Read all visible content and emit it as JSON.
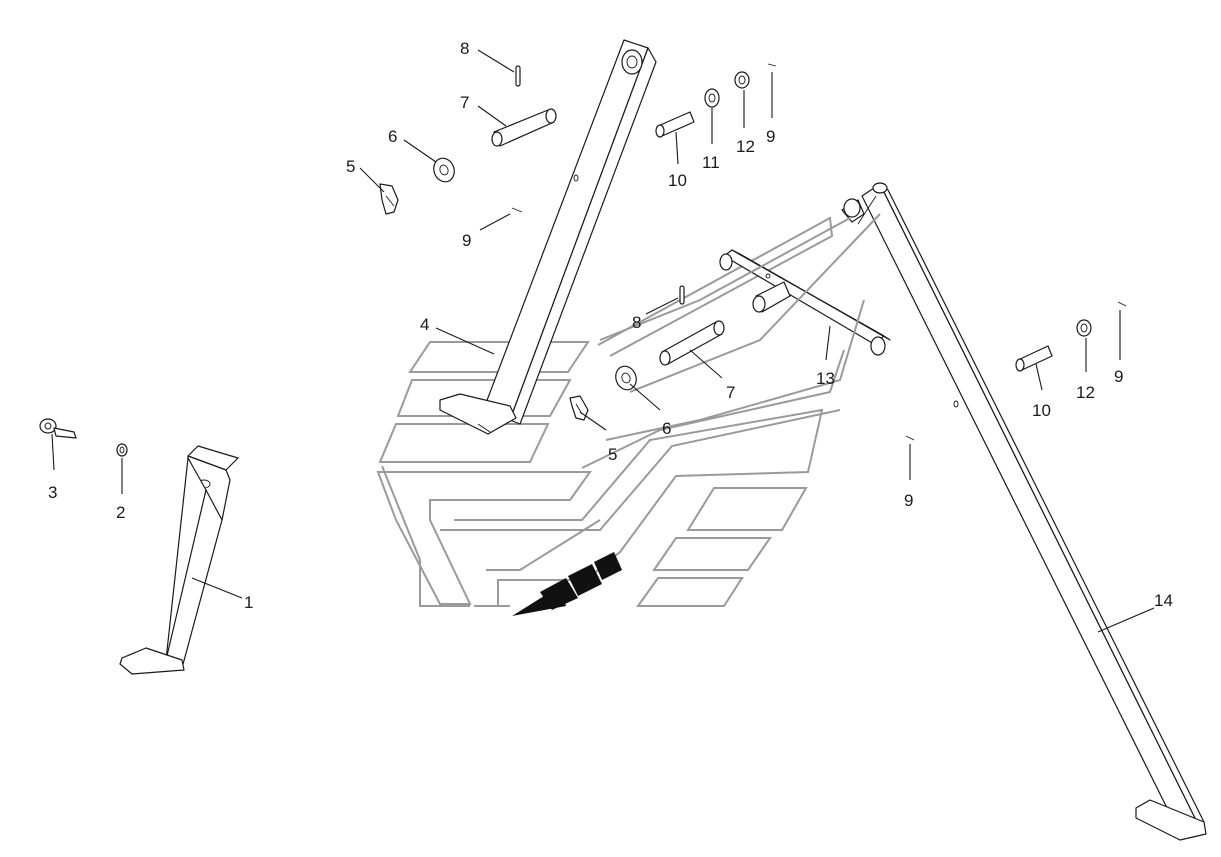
{
  "callouts": {
    "c1": "1",
    "c2": "2",
    "c3": "3",
    "c4": "4",
    "c5a": "5",
    "c5b": "5",
    "c6a": "6",
    "c6b": "6",
    "c7a": "7",
    "c7b": "7",
    "c8a": "8",
    "c8b": "8",
    "c9a": "9",
    "c9b": "9",
    "c9c": "9",
    "c9d": "9",
    "c10a": "10",
    "c10b": "10",
    "c11": "11",
    "c12a": "12",
    "c12b": "12",
    "c13": "13",
    "c14": "14"
  },
  "colors": {
    "line": "#1a1a1a",
    "watermark": "#9a9a9a",
    "background": "#ffffff"
  }
}
